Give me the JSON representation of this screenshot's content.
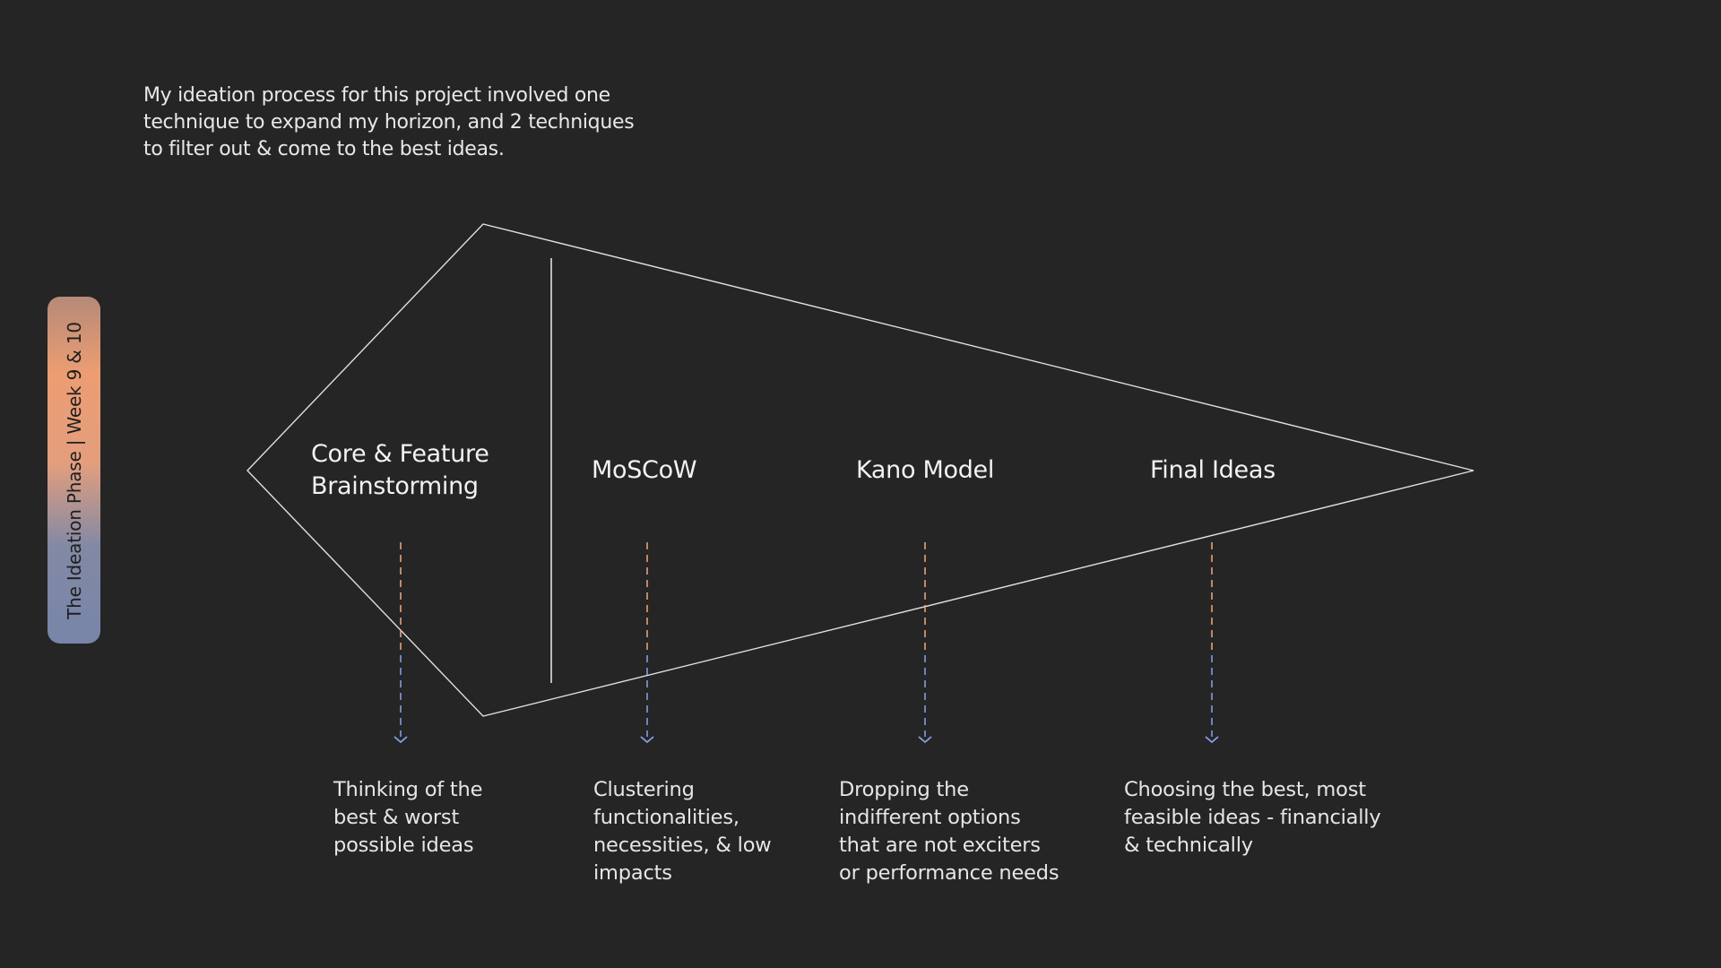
{
  "intro": {
    "lines": [
      "My ideation process for this project involved one",
      "technique to expand my horizon, and 2 techniques",
      "to filter out & come to the best ideas."
    ]
  },
  "phase_label": "The Ideation Phase | Week 9 & 10",
  "colors": {
    "background": "#252525",
    "line": "#e0e0e0",
    "arrow_top": "#f2a77c",
    "arrow_bottom": "#8aa0ea"
  },
  "stages": [
    {
      "title_lines": [
        "Core & Feature",
        "Brainstorming"
      ],
      "desc_lines": [
        "Thinking of the",
        "best & worst",
        "possible ideas"
      ]
    },
    {
      "title_lines": [
        "MoSCoW"
      ],
      "desc_lines": [
        "Clustering",
        "functionalities,",
        "necessities, & low",
        "impacts"
      ]
    },
    {
      "title_lines": [
        "Kano Model"
      ],
      "desc_lines": [
        "Dropping the",
        "indifferent options",
        "that are not exciters",
        "or performance needs"
      ]
    },
    {
      "title_lines": [
        "Final Ideas"
      ],
      "desc_lines": [
        "Choosing the best, most",
        "feasible ideas - financially",
        "& technically"
      ]
    }
  ]
}
